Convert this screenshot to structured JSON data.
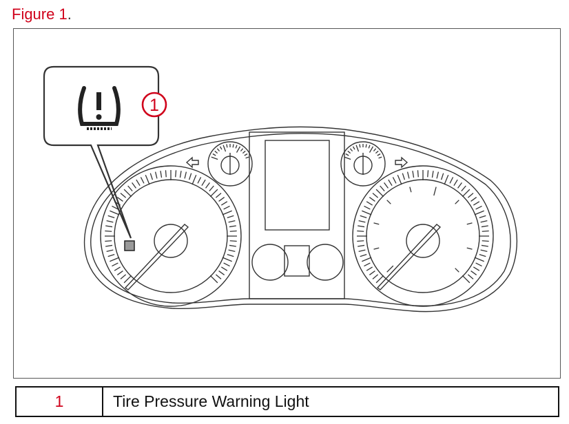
{
  "figure": {
    "label": "Figure 1",
    "suffix": "."
  },
  "callout": {
    "number": "1"
  },
  "legend": {
    "rows": [
      {
        "number": "1",
        "description": "Tire Pressure Warning Light"
      }
    ]
  },
  "colors": {
    "accent": "#d0021b",
    "line": "#333333"
  },
  "icons": {
    "warning": "tire-pressure-warning-icon",
    "left_turn": "left-turn-arrow-icon",
    "right_turn": "right-turn-arrow-icon"
  }
}
